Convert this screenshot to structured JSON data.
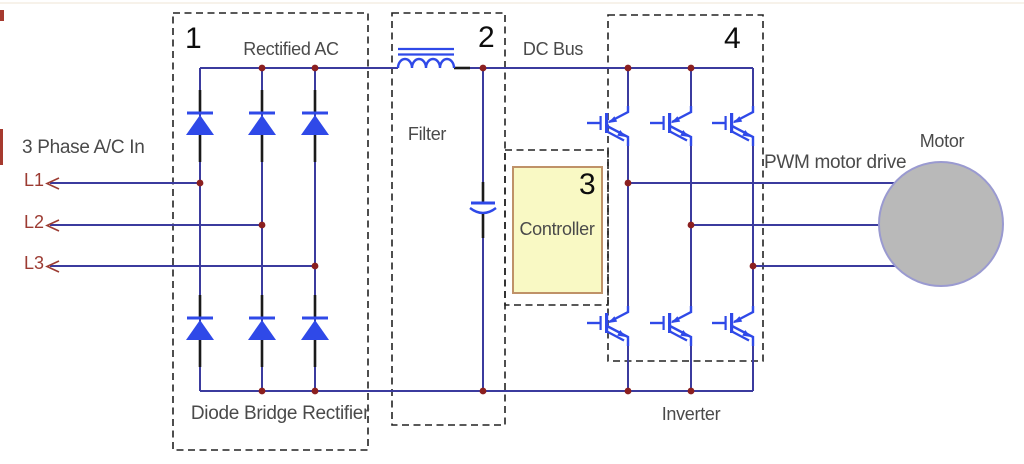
{
  "colors": {
    "wire": "#3b3b9e",
    "component": "#2f49e8",
    "lead": "#1a1a1a",
    "dash": "#222222",
    "dot": "#8b1f1f",
    "text": "#4a4a4a",
    "number": "#0d0d0d",
    "phase_label": "#9c3b32",
    "controller_fill": "#f9f9c4",
    "controller_border": "#bf9268",
    "motor_fill": "#b9b9b9",
    "motor_border": "#9a9ad0",
    "artifact_faint": "#f7f2ea",
    "artifact_red": "#a63a2f"
  },
  "input": {
    "heading": "3 Phase A/C In",
    "lines": [
      {
        "label": "L1"
      },
      {
        "label": "L2"
      },
      {
        "label": "L3"
      }
    ]
  },
  "blocks": {
    "rectifier": {
      "number": "1",
      "top_label": "Rectified AC",
      "bottom_label": "Diode Bridge Rectifier"
    },
    "filter": {
      "number": "2",
      "label": "Filter"
    },
    "controller": {
      "number": "3",
      "label": "Controller"
    },
    "inverter": {
      "number": "4",
      "bottom_label": "Inverter"
    }
  },
  "labels": {
    "dc_bus": "DC Bus",
    "pwm": "PWM motor drive",
    "motor": "Motor"
  },
  "components": {
    "diode_count": 6,
    "igbt_count": 6,
    "inductor_count": 1,
    "capacitor_count": 1
  }
}
